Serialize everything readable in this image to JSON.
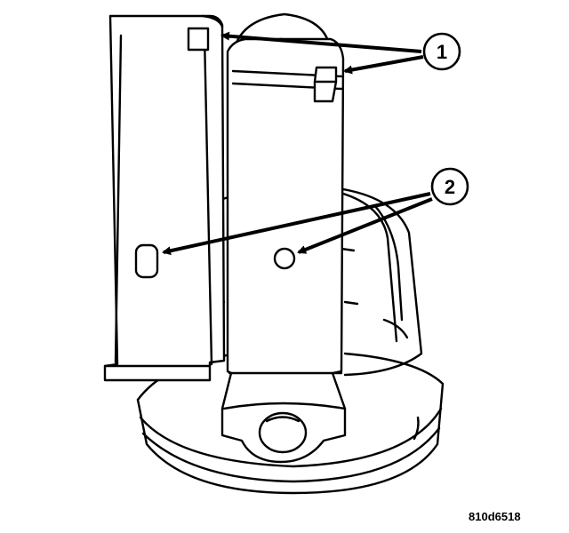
{
  "callouts": [
    {
      "number": "1"
    },
    {
      "number": "2"
    }
  ],
  "figure_code": "810d6518",
  "colors": {
    "line": "#000000",
    "fill": "#ffffff",
    "background": "#ffffff"
  }
}
